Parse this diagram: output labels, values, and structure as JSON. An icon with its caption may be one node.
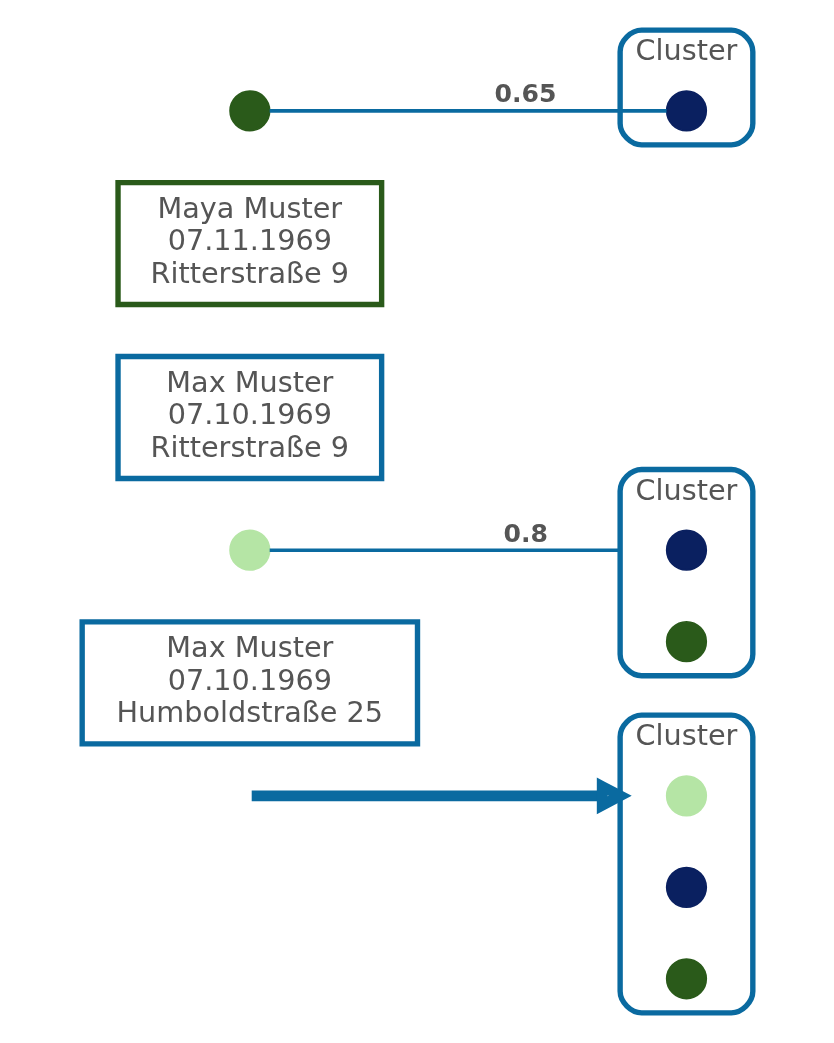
{
  "diagram": {
    "nodes": [
      {
        "text": [],
        "shape": "circle"
      },
      {
        "text": [
          "Cluster"
        ]
      },
      {
        "text": [],
        "shape": "circle",
        "in": 1
      },
      {
        "text": [
          "Maya Muster",
          "07.11.1969",
          "Ritterstraße 9"
        ]
      },
      {
        "text": [
          "Max Muster",
          "07.10.1969",
          "Ritterstraße 9"
        ]
      },
      {
        "text": [],
        "shape": "circle"
      },
      {
        "text": [
          "Cluster"
        ]
      },
      {
        "text": [],
        "shape": "circle",
        "in": 6
      },
      {
        "text": [],
        "shape": "circle",
        "in": 6
      },
      {
        "text": [
          "Max Muster",
          "07.10.1969",
          "Humboldstraße 25"
        ]
      },
      {
        "text": [
          "Cluster"
        ]
      },
      {
        "text": [],
        "shape": "circle",
        "in": 10
      },
      {
        "text": [],
        "shape": "circle",
        "in": 10
      },
      {
        "text": [],
        "shape": "circle",
        "in": 10
      }
    ],
    "edges": [
      {
        "from": 0,
        "to": 2,
        "arrow": "none",
        "label": "0.65"
      },
      {
        "from": 5,
        "to": 6,
        "arrow": "none",
        "label": "0.8"
      },
      {
        "from": null,
        "to": 10,
        "arrow": "to",
        "style": "thick"
      }
    ]
  }
}
